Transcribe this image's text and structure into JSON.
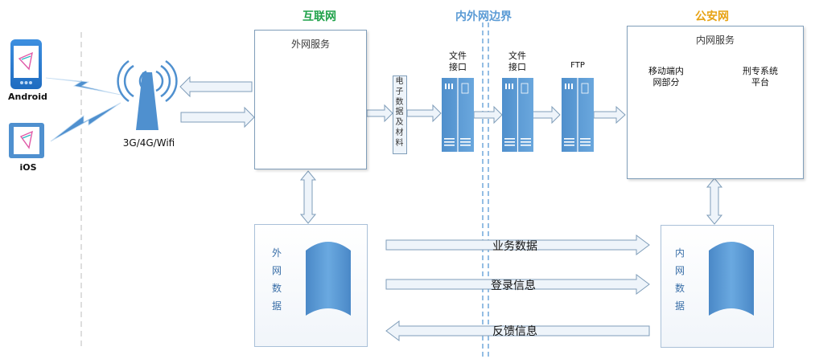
{
  "zones": {
    "internet": "互联网",
    "boundary": "内外网边界",
    "police": "公安网"
  },
  "colors": {
    "internet": "#20a24a",
    "boundary": "#5b9bd5",
    "police": "#e7a213",
    "server": "#5b9bd5",
    "arrow_outline": "#7f9db9",
    "arrow_fill": "#eef4fa"
  },
  "devices": {
    "android_label": "Android",
    "ios_label": "iOS",
    "tower_label": "3G/4G/Wifi"
  },
  "external_service": {
    "title": "外网服务"
  },
  "material": {
    "chars": [
      "电",
      "子",
      "数",
      "据",
      "及",
      "材",
      "料"
    ]
  },
  "file_interface_1": {
    "line1": "文件",
    "line2": "接口"
  },
  "file_interface_2": {
    "line1": "文件",
    "line2": "接口"
  },
  "ftp": {
    "label": "FTP"
  },
  "internal_service": {
    "title": "内网服务",
    "mobile": {
      "line1": "移动端内",
      "line2": "网部分"
    },
    "criminal": {
      "line1": "刑专系统",
      "line2": "平台"
    }
  },
  "external_data": {
    "chars": [
      "外",
      "网",
      "数",
      "据"
    ]
  },
  "internal_data": {
    "chars": [
      "内",
      "网",
      "数",
      "据"
    ]
  },
  "flows": {
    "business": "业务数据",
    "login": "登录信息",
    "feedback": "反馈信息"
  }
}
